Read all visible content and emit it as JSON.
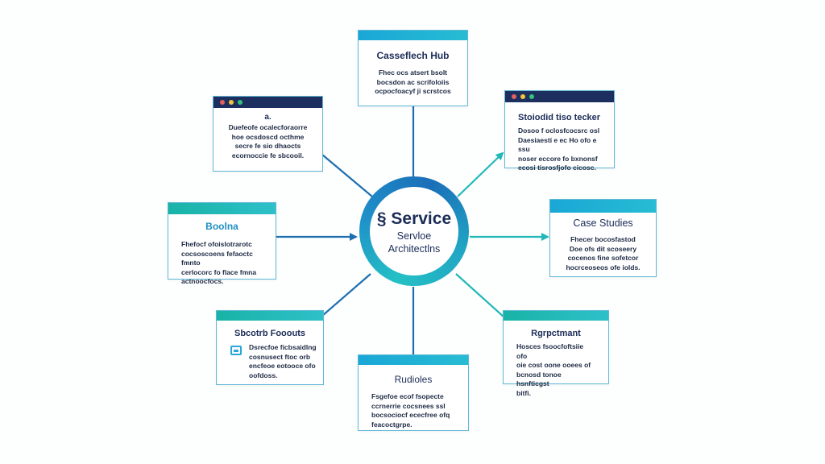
{
  "colors": {
    "navy": "#1c2f5e",
    "accent_blue": "#1aa7d6",
    "accent_teal": "#19b3a6",
    "connector_blue": "#1e6fb0",
    "connector_teal": "#22b8b8",
    "dot_red": "#e45f5f",
    "dot_yellow": "#f2c440",
    "dot_green": "#35c27a"
  },
  "hub": {
    "title": "§ Service",
    "subtitle_line1": "Servloe",
    "subtitle_line2": "Architectlns"
  },
  "cards": {
    "top": {
      "title": "Casseflech Hub",
      "body": [
        "Fhec ocs atsert bsolt",
        "bocsdon ac scrifoloiis",
        "ocpocfoacyf ji scrstcos"
      ]
    },
    "top_left": {
      "title": "a.",
      "body": [
        "Duefeofe ocalecforaorre",
        "hoe ocsdoscd octhme",
        "secre fe sio dhaocts",
        "ecornoccie fe sbcooil."
      ],
      "icon": "window-dots-icon"
    },
    "top_right": {
      "title": "Stoiodid tiso tecker",
      "body": [
        "Dosoo f oclosfcocsrc osl",
        "Daesiaesti e ec Ho ofo e ssu",
        "noser eccore fo bxnonsf",
        "ecosi tisrosfjofo cicosc."
      ],
      "icon": "window-dots-icon"
    },
    "left": {
      "title": "Boolna",
      "body": [
        "Fhefocf ofoislotrarotc",
        "cocsoscoens fefaoctc fmnto",
        "cerlocorc fo flace fmna",
        "actnoocfocs."
      ]
    },
    "right": {
      "title": "Case Studies",
      "body": [
        "Fhecer bocosfastod",
        "Doe ofs dit scoseery",
        "cocenos fine sofetcor",
        "hocrceoseos ofe iolds."
      ]
    },
    "bottom_left": {
      "title": "Sbcotrb Fooouts",
      "body": [
        "Dsrecfoe ficbsaidlng",
        "cosnusect ftoc orb",
        "encfeoe eotooce ofo",
        "oofdoss."
      ],
      "icon": "document-icon"
    },
    "bottom_right": {
      "title": "Rgrpctmant",
      "body": [
        "Hosces fsoocfoftsiie ofo",
        "oie cost oone ooees of",
        "bcnosd tonoe hsnfticgst",
        "bitfi."
      ]
    },
    "bottom": {
      "title": "Rudioles",
      "body": [
        "Fsgefoe ecof fsopecte",
        "ccrnerrie cocsnees ssl",
        "bocsociocf ececfree ofq",
        "feacoctgrpe."
      ]
    }
  }
}
